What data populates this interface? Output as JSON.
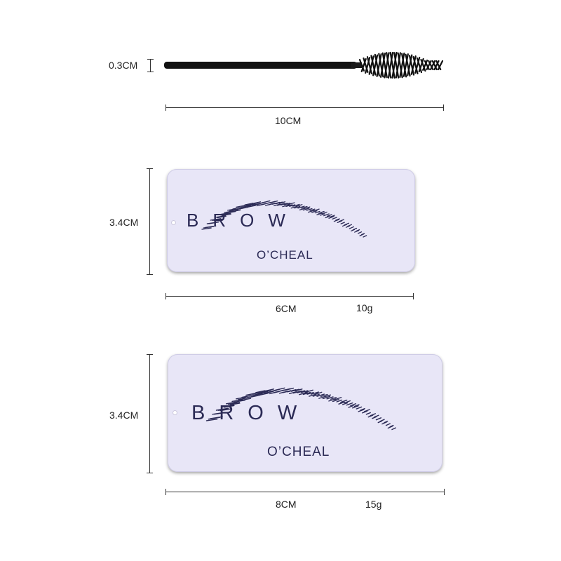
{
  "spoolie": {
    "thickness_label": "0.3CM",
    "length_label": "10CM"
  },
  "tin_small": {
    "brow_text": "BROW",
    "brand": "O’CHEAL",
    "height_label": "3.4CM",
    "width_label": "6CM",
    "weight_label": "10g"
  },
  "tin_large": {
    "brow_text": "BROW",
    "brand": "O’CHEAL",
    "height_label": "3.4CM",
    "width_label": "8CM",
    "weight_label": "15g"
  },
  "colors": {
    "tin": "#e8e6f7",
    "ink": "#2b2a55",
    "wand": "#111111"
  },
  "icons": [
    "mascara-spoolie-brush",
    "eyebrow-illustration"
  ]
}
